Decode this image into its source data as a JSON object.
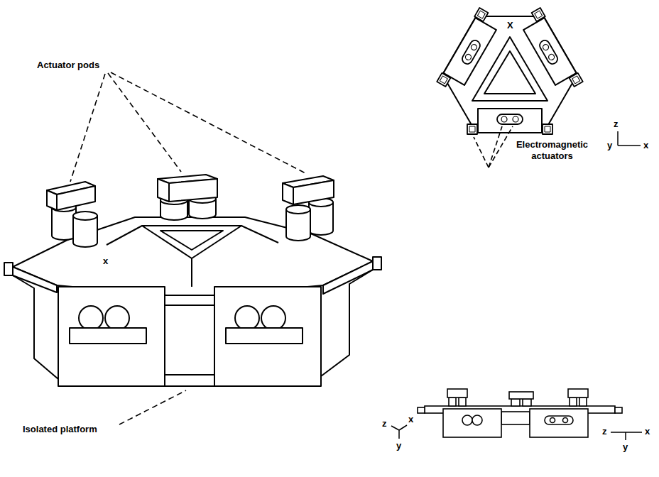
{
  "diagram": {
    "labels": [
      "Actuator pods",
      "X",
      "z",
      "y",
      "x",
      "Electromagnetic actuators",
      "x",
      "z",
      "x",
      "y",
      "Isolated platform",
      "z",
      "x",
      "y"
    ]
  }
}
